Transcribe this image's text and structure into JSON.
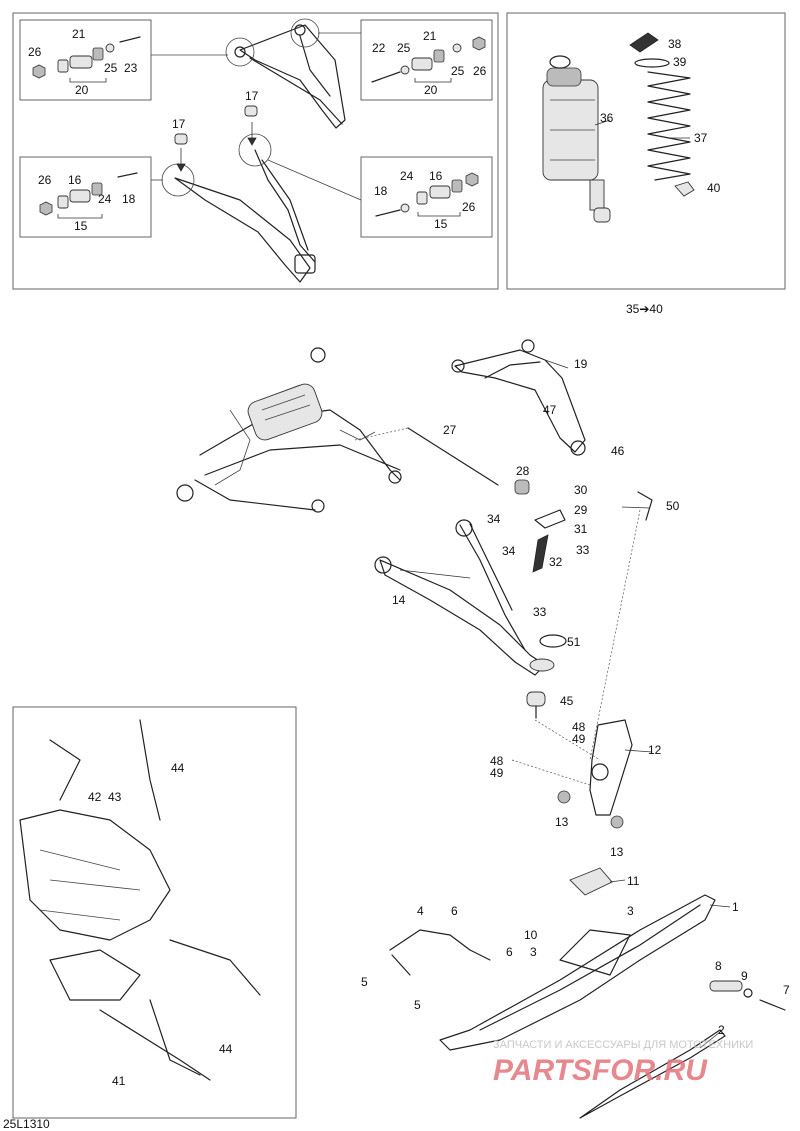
{
  "diagram_code": "25L1310",
  "watermark": {
    "line1": "ЗАПЧАСТИ И АКСЕССУАРЫ ДЛЯ МОТОТЕХНИКИ",
    "line2": "PARTSFOR.RU"
  },
  "kit_label": "35➔40",
  "colors": {
    "watermark": "#d9534f",
    "lines": "#222222",
    "frame": "#666666"
  },
  "callouts": {
    "c1": "1",
    "c2": "2",
    "c3a": "3",
    "c3b": "3",
    "c4": "4",
    "c5a": "5",
    "c5b": "5",
    "c6a": "6",
    "c6b": "6",
    "c7": "7",
    "c8": "8",
    "c9": "9",
    "c10": "10",
    "c11": "11",
    "c12": "12",
    "c13a": "13",
    "c13b": "13",
    "c14": "14",
    "c15a": "15",
    "c15b": "15",
    "c16a": "16",
    "c16b": "16",
    "c17a": "17",
    "c17b": "17",
    "c18a": "18",
    "c18b": "18",
    "c19": "19",
    "c20a": "20",
    "c20b": "20",
    "c21a": "21",
    "c21b": "21",
    "c22": "22",
    "c23": "23",
    "c24a": "24",
    "c24b": "24",
    "c25a": "25",
    "c25b": "25",
    "c26a": "26",
    "c26b": "26",
    "c26c": "26",
    "c26d": "26",
    "c27": "27",
    "c28": "28",
    "c29": "29",
    "c30": "30",
    "c31": "31",
    "c32": "32",
    "c33a": "33",
    "c33b": "33",
    "c34a": "34",
    "c34b": "34",
    "c36": "36",
    "c37": "37",
    "c38": "38",
    "c39": "39",
    "c40": "40",
    "c41": "41",
    "c42": "42",
    "c43": "43",
    "c44a": "44",
    "c44b": "44",
    "c45": "45",
    "c46": "46",
    "c47": "47",
    "c48a": "48",
    "c48b": "48",
    "c49a": "49",
    "c49b": "49",
    "c50": "50",
    "c51": "51"
  }
}
